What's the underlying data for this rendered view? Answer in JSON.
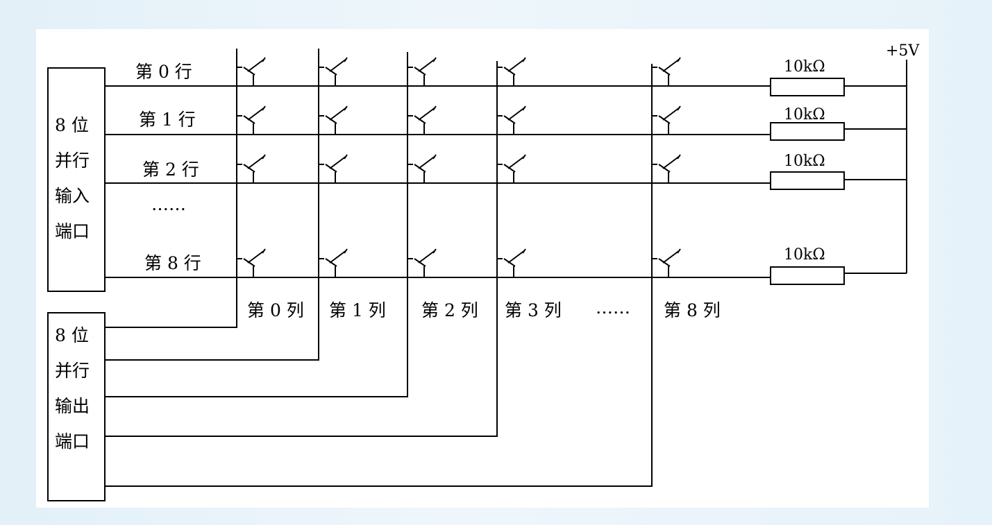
{
  "input_port": {
    "lines": [
      "8 位",
      "并行",
      "输入",
      "端口"
    ]
  },
  "output_port": {
    "lines": [
      "8 位",
      "并行",
      "输出",
      "端口"
    ]
  },
  "rows": [
    {
      "label": "第 0 行",
      "resistor": "10kΩ"
    },
    {
      "label": "第 1 行",
      "resistor": "10kΩ"
    },
    {
      "label": "第 2 行",
      "resistor": "10kΩ"
    },
    {
      "label": "第 8 行",
      "resistor": "10kΩ"
    }
  ],
  "row_ellipsis": "……",
  "columns": [
    {
      "label": "第 0 列"
    },
    {
      "label": "第 1 列"
    },
    {
      "label": "第 2 列"
    },
    {
      "label": "第 3 列"
    },
    {
      "label": "第 8 列"
    }
  ],
  "column_ellipsis": "……",
  "supply": "+5V",
  "colors": {
    "line": "#000000",
    "canvas": "#ffffff",
    "background": "#e3f0f8"
  }
}
